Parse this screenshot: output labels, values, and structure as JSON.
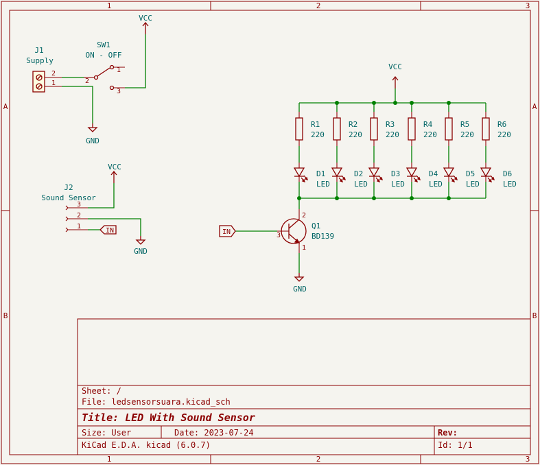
{
  "frame": {
    "columns": [
      "1",
      "2",
      "3"
    ],
    "rows": [
      "A",
      "B"
    ]
  },
  "power": {
    "vcc": "VCC",
    "gnd": "GND"
  },
  "components": {
    "j1": {
      "ref": "J1",
      "value": "Supply",
      "pins": [
        "2",
        "1"
      ]
    },
    "sw1": {
      "ref": "SW1",
      "value": "ON - OFF",
      "pins": [
        "2",
        "1",
        "3"
      ]
    },
    "j2": {
      "ref": "J2",
      "value": "Sound Sensor",
      "pins": [
        "3",
        "2",
        "1"
      ]
    },
    "q1": {
      "ref": "Q1",
      "value": "BD139",
      "pins": [
        "2",
        "3",
        "1"
      ]
    },
    "resistors": [
      {
        "ref": "R1",
        "value": "220"
      },
      {
        "ref": "R2",
        "value": "220"
      },
      {
        "ref": "R3",
        "value": "220"
      },
      {
        "ref": "R4",
        "value": "220"
      },
      {
        "ref": "R5",
        "value": "220"
      },
      {
        "ref": "R6",
        "value": "220"
      }
    ],
    "leds": [
      {
        "ref": "D1",
        "value": "LED"
      },
      {
        "ref": "D2",
        "value": "LED"
      },
      {
        "ref": "D3",
        "value": "LED"
      },
      {
        "ref": "D4",
        "value": "LED"
      },
      {
        "ref": "D5",
        "value": "LED"
      },
      {
        "ref": "D6",
        "value": "LED"
      }
    ]
  },
  "labels": {
    "in": "IN"
  },
  "title_block": {
    "sheet": "Sheet: /",
    "file": "File: ledsensorsuara.kicad_sch",
    "title": "Title: LED With Sound Sensor",
    "size": "Size: User",
    "date": "Date: 2023-07-24",
    "rev": "Rev:",
    "tool": "KiCad E.D.A.  kicad (6.0.7)",
    "id": "Id: 1/1"
  }
}
